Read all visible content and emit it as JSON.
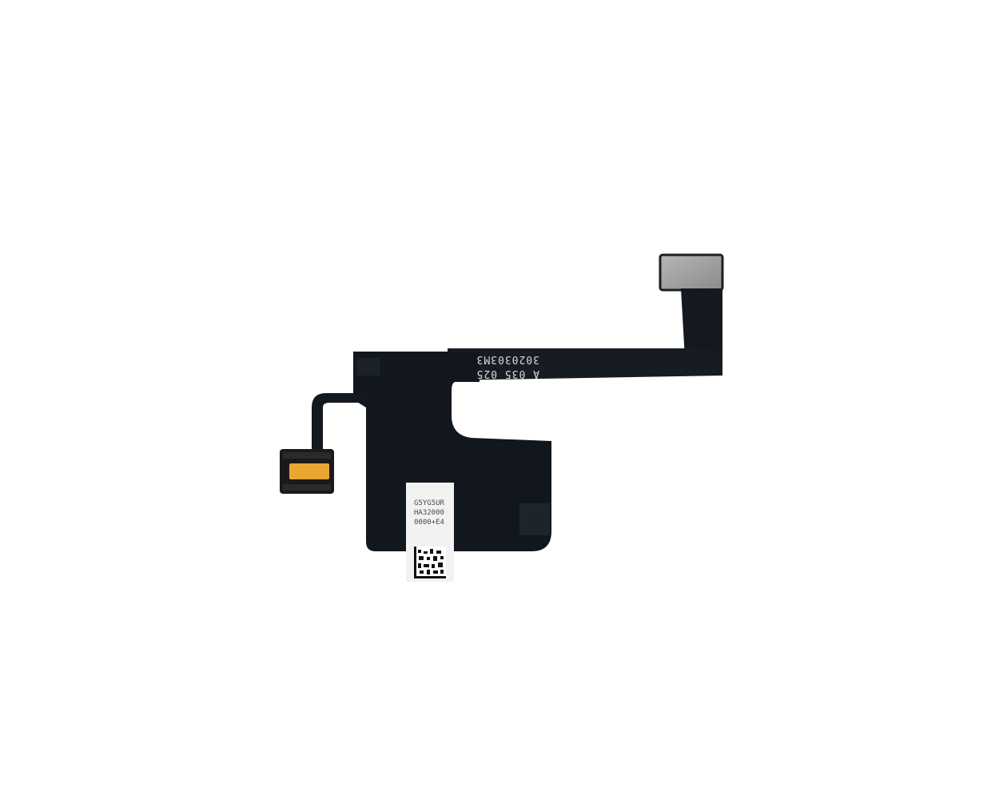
{
  "product_image": {
    "flex_text_line1": "A 035 025",
    "flex_text_line2": "3020303M3",
    "label_line1": "G5YG5UR",
    "label_line2": "HA32000",
    "label_line3": "0000+E4",
    "colors": {
      "flex": "#14191f",
      "flex_edge": "#0a0e12",
      "metal_plate": "#9a9a9a",
      "connector_gold": "#e8a633",
      "label": "#f2f2f2"
    }
  }
}
